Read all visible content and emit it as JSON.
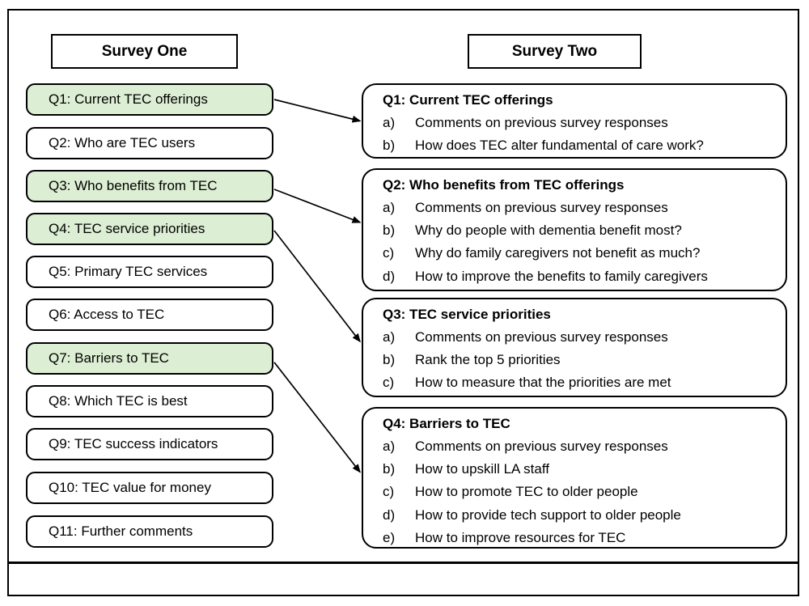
{
  "left": {
    "header": "Survey One",
    "items": [
      {
        "label": "Q1: Current TEC offerings",
        "highlighted": true
      },
      {
        "label": "Q2: Who are TEC users",
        "highlighted": false
      },
      {
        "label": "Q3: Who benefits from TEC",
        "highlighted": true
      },
      {
        "label": "Q4: TEC service priorities",
        "highlighted": true
      },
      {
        "label": "Q5: Primary TEC services",
        "highlighted": false
      },
      {
        "label": "Q6: Access to TEC",
        "highlighted": false
      },
      {
        "label": "Q7: Barriers to TEC",
        "highlighted": true
      },
      {
        "label": "Q8: Which TEC is best",
        "highlighted": false
      },
      {
        "label": "Q9: TEC success indicators",
        "highlighted": false
      },
      {
        "label": "Q10: TEC value for money",
        "highlighted": false
      },
      {
        "label": "Q11: Further comments",
        "highlighted": false
      }
    ]
  },
  "right": {
    "header": "Survey Two",
    "boxes": [
      {
        "title": "Q1: Current TEC offerings",
        "items": [
          {
            "label": "a)",
            "text": "Comments on previous survey responses"
          },
          {
            "label": "b)",
            "text": "How does TEC alter fundamental of care work?"
          }
        ]
      },
      {
        "title": "Q2: Who benefits from TEC offerings",
        "items": [
          {
            "label": "a)",
            "text": "Comments on previous survey responses"
          },
          {
            "label": "b)",
            "text": "Why do people with dementia benefit most?"
          },
          {
            "label": "c)",
            "text": "Why do family caregivers not benefit as much?"
          },
          {
            "label": "d)",
            "text": "How to improve the benefits to family caregivers"
          }
        ]
      },
      {
        "title": "Q3: TEC service priorities",
        "items": [
          {
            "label": "a)",
            "text": "Comments on previous survey responses"
          },
          {
            "label": "b)",
            "text": "Rank the top 5 priorities"
          },
          {
            "label": "c)",
            "text": "How to measure that the priorities are met"
          }
        ]
      },
      {
        "title": "Q4: Barriers to TEC",
        "items": [
          {
            "label": "a)",
            "text": "Comments on previous survey responses"
          },
          {
            "label": "b)",
            "text": "How to upskill LA staff"
          },
          {
            "label": "c)",
            "text": "How to promote TEC to older people"
          },
          {
            "label": "d)",
            "text": "How to provide tech support to older people"
          },
          {
            "label": "e)",
            "text": "How to improve resources for TEC"
          }
        ]
      }
    ]
  },
  "arrows": [
    {
      "from": 0,
      "to": 0
    },
    {
      "from": 2,
      "to": 1
    },
    {
      "from": 3,
      "to": 2
    },
    {
      "from": 6,
      "to": 3
    }
  ],
  "colors": {
    "highlight_fill": "#dceed3",
    "box_border": "#000000",
    "background": "#ffffff"
  }
}
